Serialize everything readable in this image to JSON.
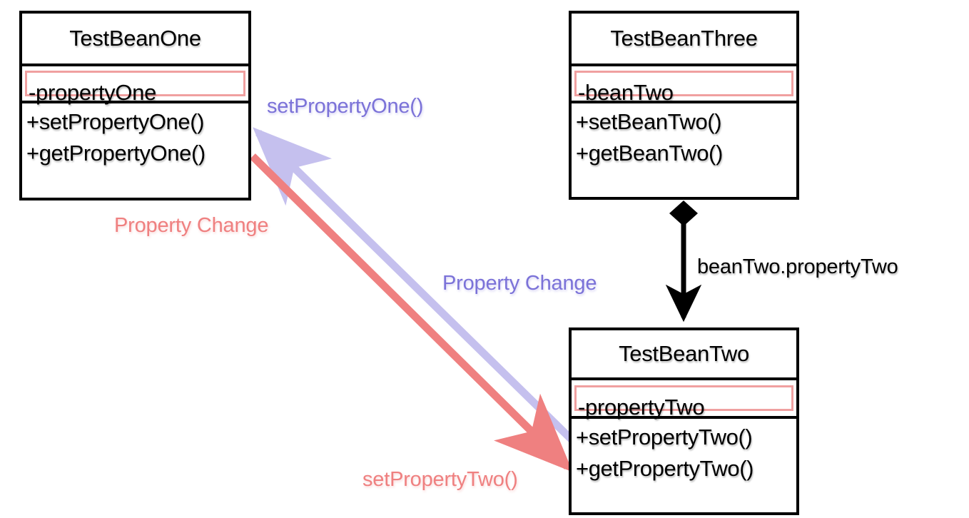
{
  "diagram": {
    "title": "JavaBeans Property Change UML Class Diagram",
    "type": "uml-class-diagram",
    "background": "#ffffff"
  },
  "colors": {
    "box_border": "#000000",
    "text": "#000000",
    "attribute_highlight": "#f0a0a0",
    "purple_relation": "#c5c0ee",
    "purple_label": "#7b72d8",
    "salmon_relation": "#ef8080",
    "salmon_label": "#ef8080",
    "composition": "#000000"
  },
  "classes": [
    {
      "id": "test-bean-one",
      "name": "TestBeanOne",
      "attributes": [
        "-propertyOne"
      ],
      "methods": [
        "+setPropertyOne()",
        "+getPropertyOne()"
      ]
    },
    {
      "id": "test-bean-three",
      "name": "TestBeanThree",
      "attributes": [
        "-beanTwo"
      ],
      "methods": [
        "+setBeanTwo()",
        "+getBeanTwo()"
      ]
    },
    {
      "id": "test-bean-two",
      "name": "TestBeanTwo",
      "attributes": [
        "-propertyTwo"
      ],
      "methods": [
        "+setPropertyTwo()",
        "+getPropertyTwo()"
      ]
    }
  ],
  "relations": [
    {
      "id": "purple-property-change",
      "from": "test-bean-two",
      "to": "test-bean-one",
      "style": "purple-arrow",
      "head_label": "setPropertyOne()",
      "mid_label": "Property Change"
    },
    {
      "id": "salmon-property-change",
      "from": "test-bean-one",
      "to": "test-bean-two",
      "style": "salmon-arrow",
      "head_label": "Property Change",
      "tail_label": "setPropertyTwo()"
    },
    {
      "id": "composition-three-two",
      "from": "test-bean-three",
      "to": "test-bean-two",
      "style": "composition-diamond-arrow",
      "label": "beanTwo.propertyTwo"
    }
  ],
  "labels": {
    "set_property_one": "setPropertyOne()",
    "property_change_red": "Property Change",
    "property_change_purple": "Property Change",
    "bean_two_property_two": "beanTwo.propertyTwo",
    "set_property_two": "setPropertyTwo()"
  }
}
